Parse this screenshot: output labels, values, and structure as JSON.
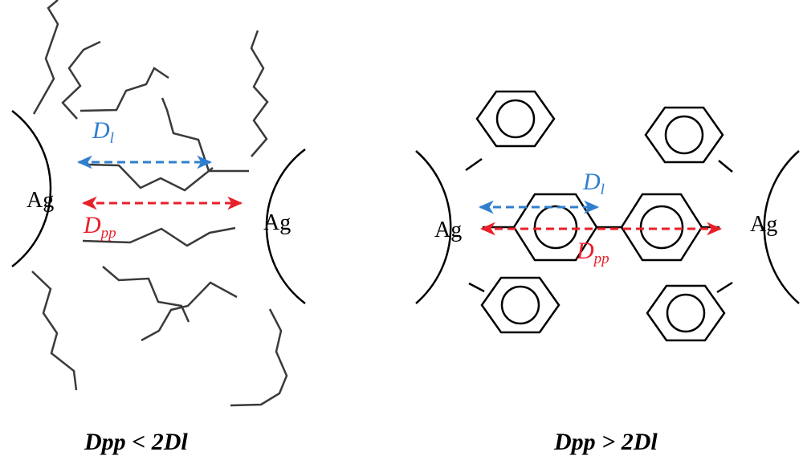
{
  "panels": {
    "left": {
      "particle_left_label": "Ag",
      "particle_right_label": "Ag",
      "dl_main": "D",
      "dl_sub": "l",
      "dpp_main": "D",
      "dpp_sub": "pp",
      "caption": "Dpp < 2Dl"
    },
    "right": {
      "particle_left_label": "Ag",
      "particle_right_label": "Ag",
      "dl_main": "D",
      "dl_sub": "l",
      "dpp_main": "D",
      "dpp_sub": "pp",
      "caption": "Dpp > 2Dl"
    }
  },
  "colors": {
    "dl_arrow": "#2f7fcf",
    "dpp_arrow": "#e8202a",
    "line": "#000000",
    "chain": "#3a3a3a"
  }
}
